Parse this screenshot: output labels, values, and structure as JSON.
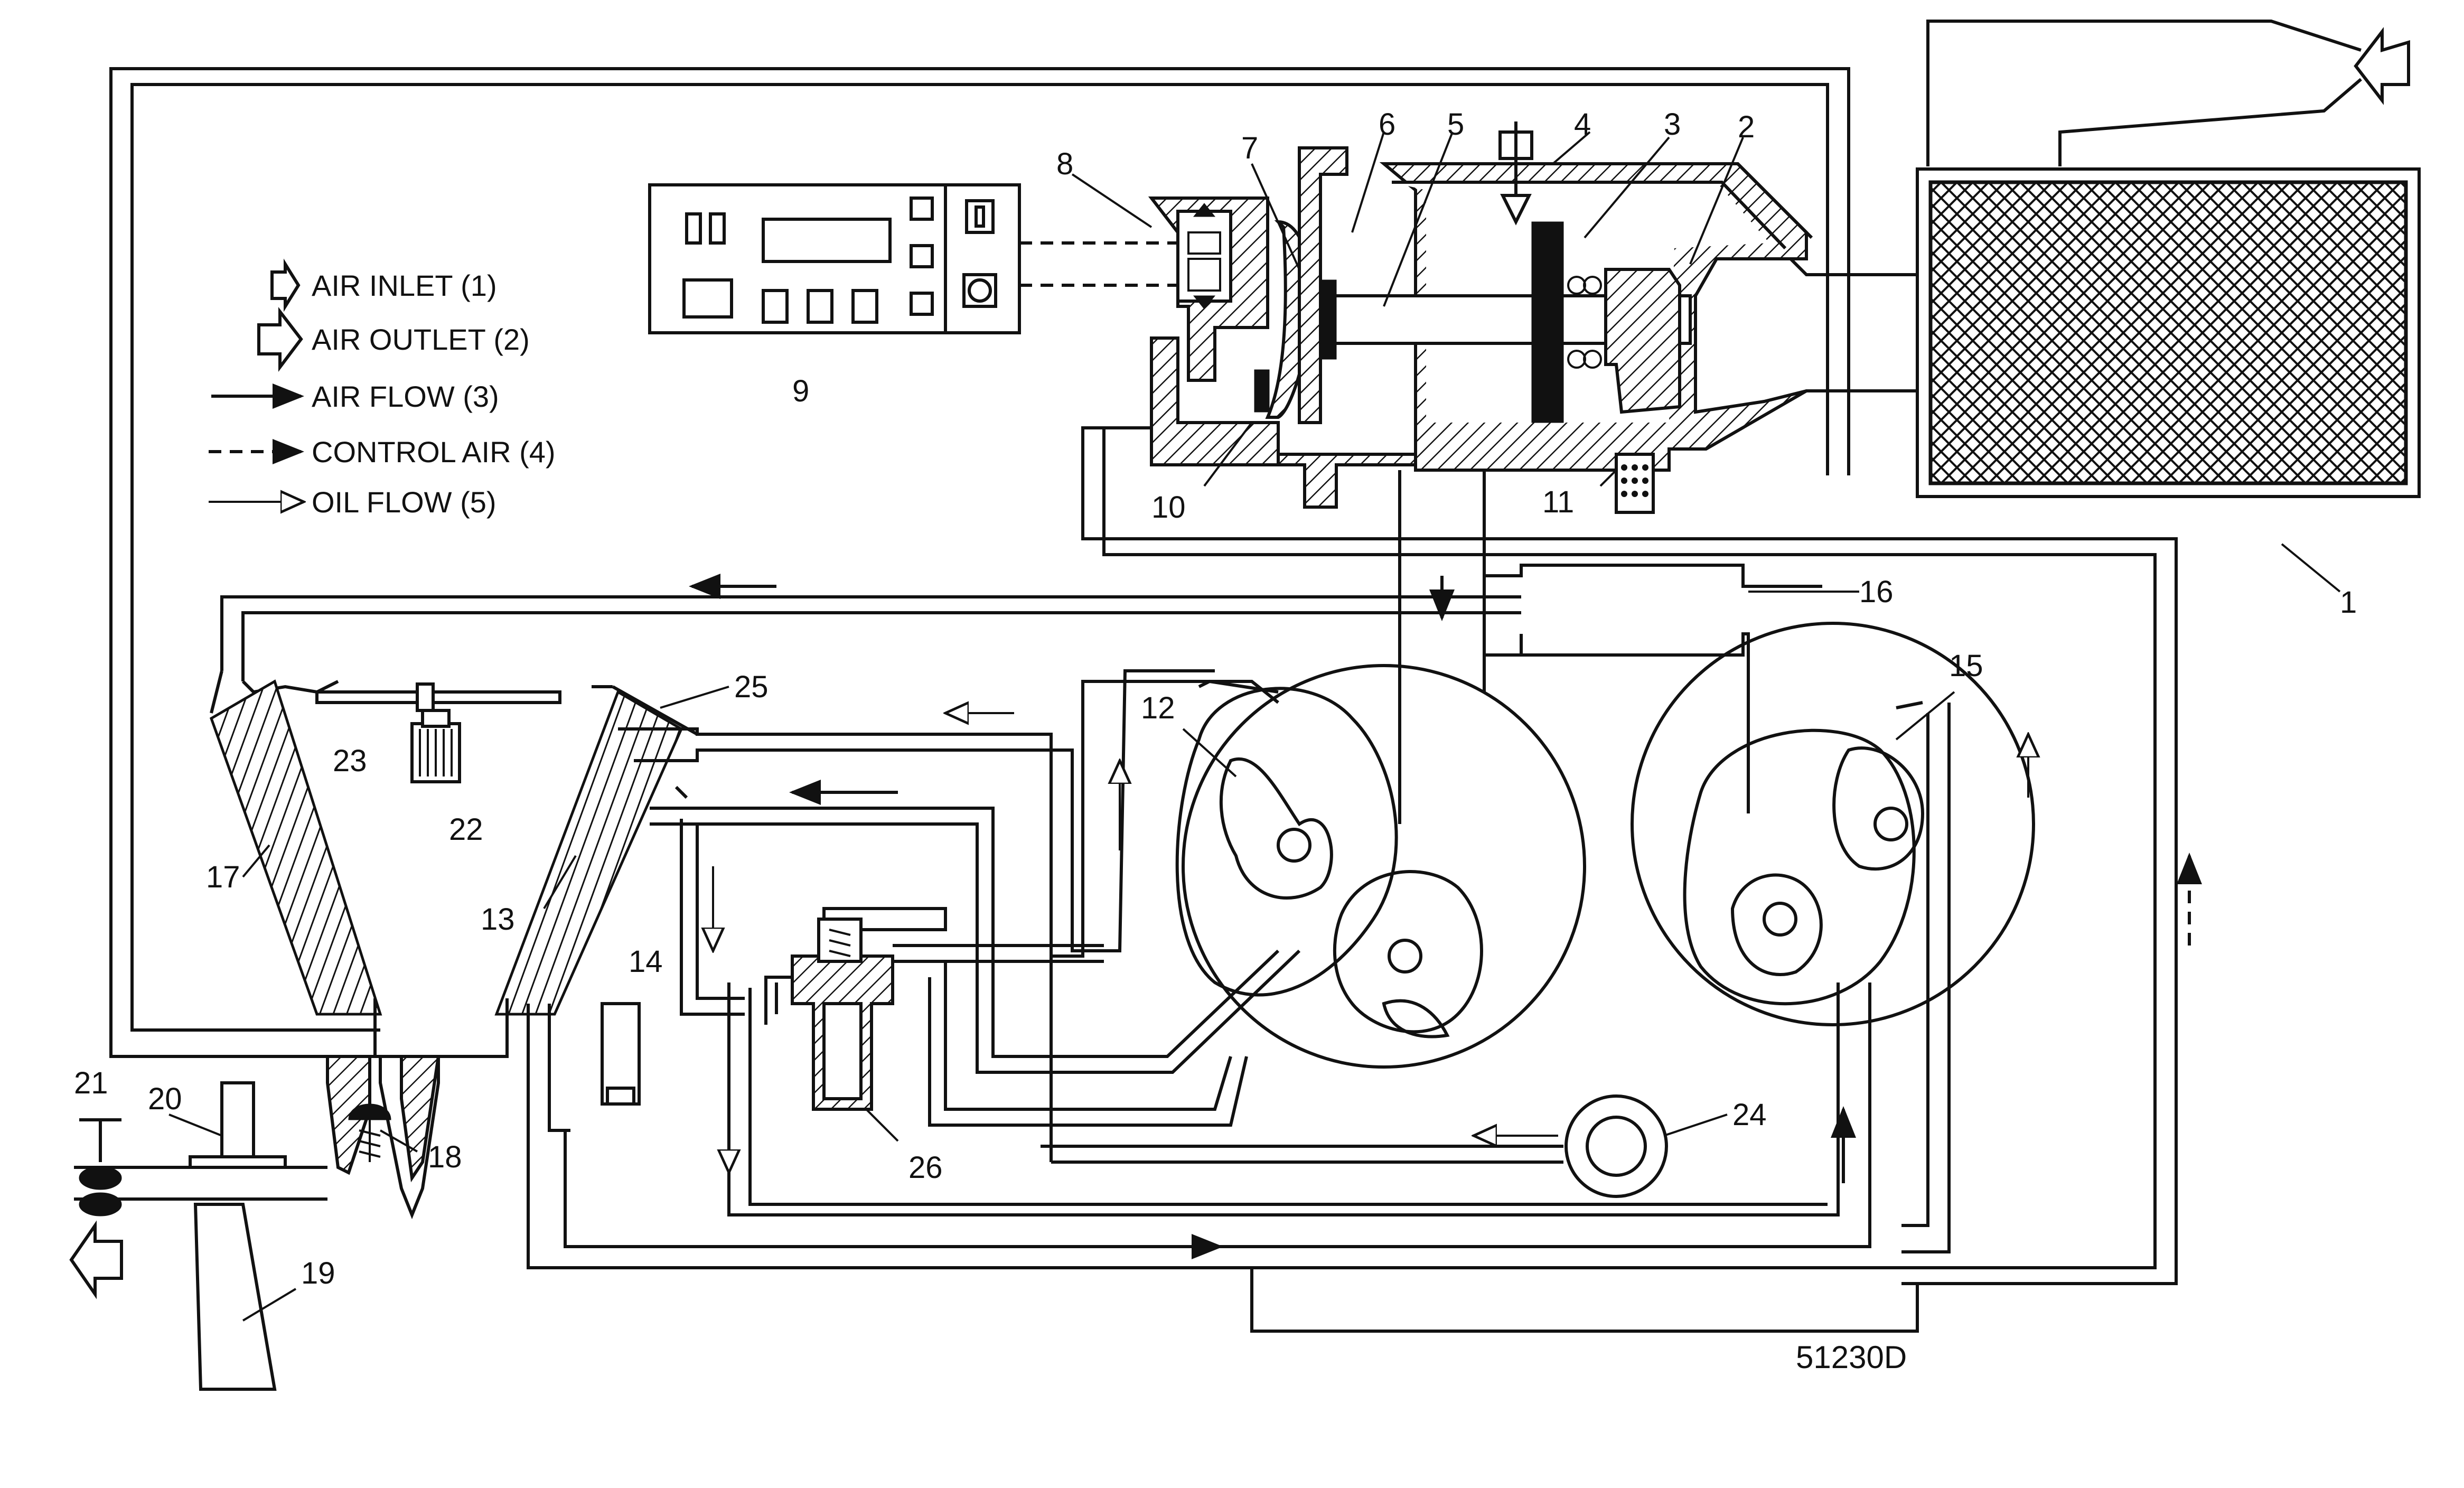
{
  "legend": {
    "air_inlet": "AIR INLET (1)",
    "air_outlet": "AIR OUTLET (2)",
    "air_flow": "AIR FLOW (3)",
    "control_air": "CONTROL AIR (4)",
    "oil_flow": "OIL FLOW (5)"
  },
  "callouts": [
    "1",
    "2",
    "3",
    "4",
    "5",
    "6",
    "7",
    "8",
    "9",
    "10",
    "11",
    "12",
    "13",
    "14",
    "15",
    "16",
    "17",
    "18",
    "19",
    "20",
    "21",
    "22",
    "23",
    "24",
    "25",
    "26"
  ],
  "figure_code": "51230D"
}
